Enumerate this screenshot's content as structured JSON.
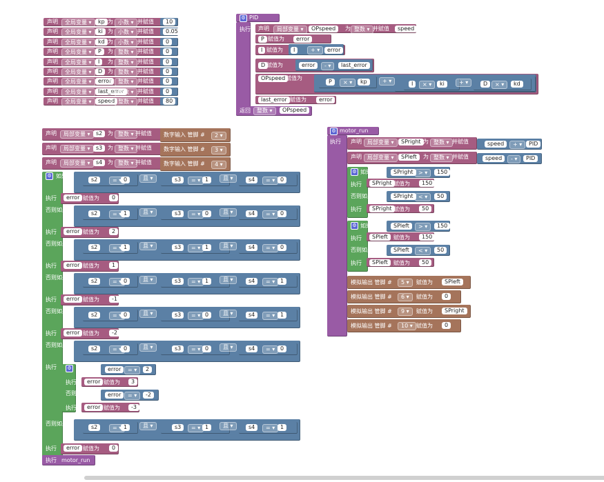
{
  "labels": {
    "declare": "声明",
    "global_var": "全局变量",
    "local_var": "局部变量",
    "as": "为",
    "float": "小数",
    "int": "整数",
    "assign_initial": "并赋值",
    "assign_to": "赋值为",
    "execute": "执行",
    "if": "如果",
    "else_if": "否则如果",
    "and": "且",
    "return": "返回",
    "digital_read": "数字输入 管脚 #",
    "analog_write": "模拟输出 管脚 #",
    "eq": "=",
    "gt": ">",
    "lt": "<",
    "add": "+",
    "sub": "-",
    "mul": "×"
  },
  "globals": [
    {
      "name": "kp",
      "type": "小数",
      "value": "10"
    },
    {
      "name": "ki",
      "type": "小数",
      "value": "0.05"
    },
    {
      "name": "kd",
      "type": "小数",
      "value": "0"
    },
    {
      "name": "P",
      "type": "整数",
      "value": "0"
    },
    {
      "name": "I",
      "type": "整数",
      "value": "0"
    },
    {
      "name": "D",
      "type": "整数",
      "value": "0"
    },
    {
      "name": "error",
      "type": "整数",
      "value": "0"
    },
    {
      "name": "last_error",
      "type": "整数",
      "value": "0"
    },
    {
      "name": "speed",
      "type": "整数",
      "value": "80"
    }
  ],
  "pid": {
    "name": "PID",
    "var": "OPspeed",
    "v_speed": "speed",
    "v_P": "P",
    "v_I": "I",
    "v_D": "D",
    "v_error": "error",
    "v_last_error": "last_error",
    "v_kp": "kp",
    "v_ki": "ki",
    "v_kd": "kd",
    "ret_type": "整数"
  },
  "locals": [
    {
      "name": "s2",
      "pin": "2"
    },
    {
      "name": "s3",
      "pin": "3"
    },
    {
      "name": "s4",
      "pin": "4"
    }
  ],
  "conditions": [
    {
      "s2": "0",
      "s3": "1",
      "s4": "0",
      "error": "0"
    },
    {
      "s2": "1",
      "s3": "0",
      "s4": "0",
      "error": "2"
    },
    {
      "s2": "1",
      "s3": "1",
      "s4": "0",
      "error": "1"
    },
    {
      "s2": "0",
      "s3": "1",
      "s4": "1",
      "error": "-1"
    },
    {
      "s2": "0",
      "s3": "0",
      "s4": "1",
      "error": "-2"
    },
    {
      "s2": "0",
      "s3": "0",
      "s4": "0",
      "error": ""
    },
    {
      "s2": "1",
      "s3": "1",
      "s4": "1",
      "error": "0"
    }
  ],
  "nested": {
    "cond1": "2",
    "set1": "3",
    "cond2": "-2",
    "set2": "-3"
  },
  "final_call": "motor_run",
  "motor": {
    "name": "motor_run",
    "right": "SPright",
    "left": "SPleft",
    "speed": "speed",
    "pid": "PID",
    "max": "150",
    "min": "50",
    "pins": [
      {
        "pin": "5",
        "value": "SPleft"
      },
      {
        "pin": "6",
        "value": "0"
      },
      {
        "pin": "9",
        "value": "SPright"
      },
      {
        "pin": "10",
        "value": "0"
      }
    ]
  }
}
